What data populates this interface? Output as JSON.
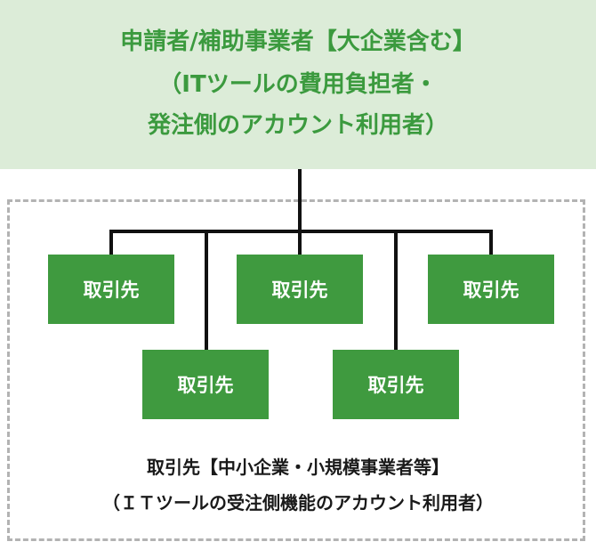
{
  "header": {
    "lines": [
      "申請者/補助事業者【大企業含む】",
      "（ITツールの費用負担者・",
      "発注側のアカウント利用者）"
    ]
  },
  "partners": [
    {
      "label": "取引先"
    },
    {
      "label": "取引先"
    },
    {
      "label": "取引先"
    },
    {
      "label": "取引先"
    },
    {
      "label": "取引先"
    }
  ],
  "footer": {
    "lines": [
      "取引先【中小企業・小規模事業者等】",
      "（ＩＴツールの受注側機能のアカウント利用者）"
    ]
  },
  "colors": {
    "header_bg": "#dcecd8",
    "header_text": "#3b9a3e",
    "box_fill": "#3f9a3f",
    "connector": "#111111",
    "frame": "#b3b3b3"
  }
}
